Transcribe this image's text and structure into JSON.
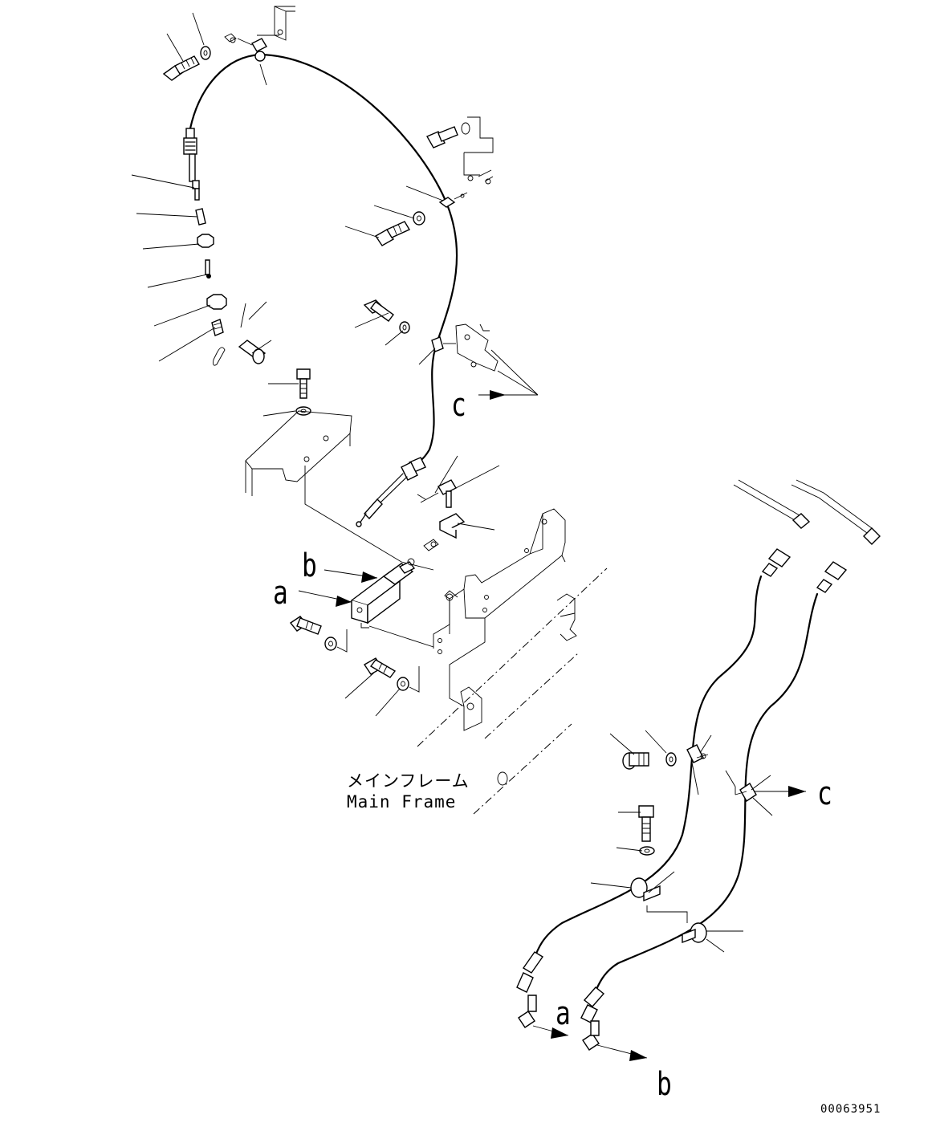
{
  "labels": {
    "a_upper": "a",
    "b_upper": "b",
    "c_upper": "c",
    "c_right": "c",
    "a_lower": "a",
    "b_lower": "b"
  },
  "frame_label": {
    "japanese": "メインフレーム",
    "english": "Main Frame"
  },
  "drawing_number": "00063951"
}
